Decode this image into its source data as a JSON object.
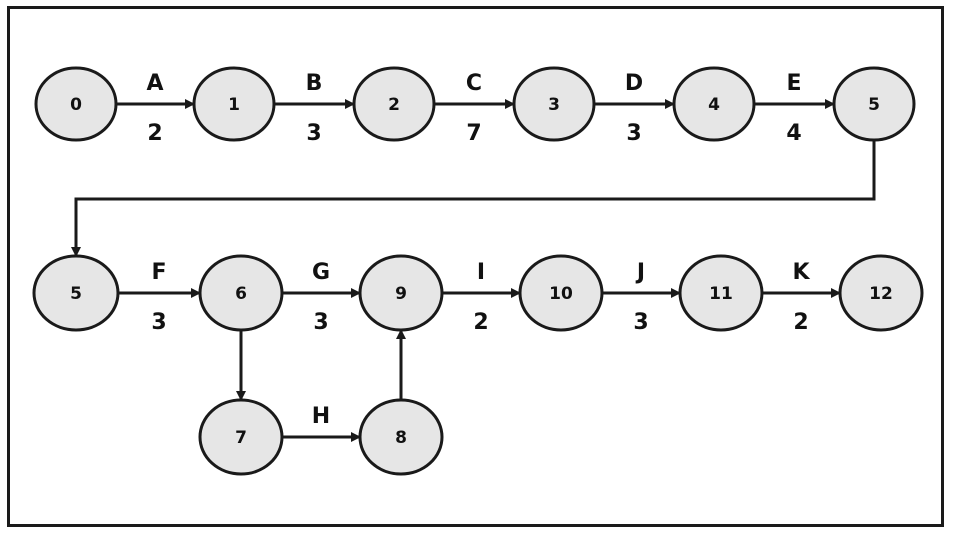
{
  "nodes": [
    {
      "id": "n0",
      "label": "0"
    },
    {
      "id": "n1",
      "label": "1"
    },
    {
      "id": "n2",
      "label": "2"
    },
    {
      "id": "n3",
      "label": "3"
    },
    {
      "id": "n4",
      "label": "4"
    },
    {
      "id": "n5a",
      "label": "5"
    },
    {
      "id": "n5b",
      "label": "5"
    },
    {
      "id": "n6",
      "label": "6"
    },
    {
      "id": "n9",
      "label": "9"
    },
    {
      "id": "n10",
      "label": "10"
    },
    {
      "id": "n11",
      "label": "11"
    },
    {
      "id": "n12",
      "label": "12"
    },
    {
      "id": "n7",
      "label": "7"
    },
    {
      "id": "n8",
      "label": "8"
    }
  ],
  "activities": [
    {
      "from": "n0",
      "to": "n1",
      "name": "A",
      "duration": "2"
    },
    {
      "from": "n1",
      "to": "n2",
      "name": "B",
      "duration": "3"
    },
    {
      "from": "n2",
      "to": "n3",
      "name": "C",
      "duration": "7"
    },
    {
      "from": "n3",
      "to": "n4",
      "name": "D",
      "duration": "3"
    },
    {
      "from": "n4",
      "to": "n5a",
      "name": "E",
      "duration": "4"
    },
    {
      "from": "n5b",
      "to": "n6",
      "name": "F",
      "duration": "3"
    },
    {
      "from": "n6",
      "to": "n9",
      "name": "G",
      "duration": "3"
    },
    {
      "from": "n7",
      "to": "n8",
      "name": "H",
      "duration": ""
    },
    {
      "from": "n9",
      "to": "n10",
      "name": "I",
      "duration": "2"
    },
    {
      "from": "n10",
      "to": "n11",
      "name": "J",
      "duration": "3"
    },
    {
      "from": "n11",
      "to": "n12",
      "name": "K",
      "duration": "2"
    }
  ],
  "connectors": [
    {
      "from": "n5a",
      "to": "n5b"
    },
    {
      "from": "n6",
      "to": "n7"
    },
    {
      "from": "n8",
      "to": "n9"
    }
  ]
}
